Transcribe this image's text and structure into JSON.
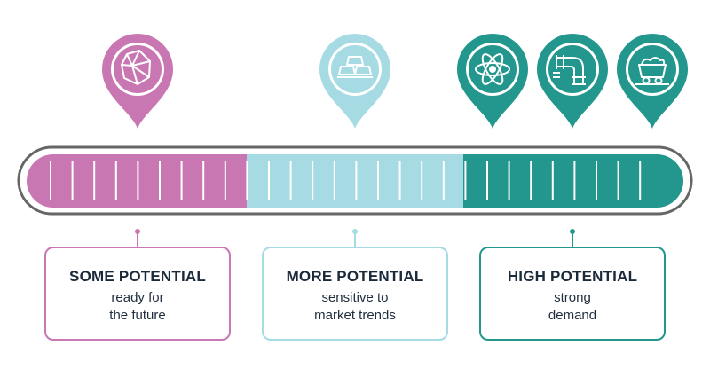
{
  "colors": {
    "pink": "#c977b2",
    "light_blue": "#a6dbe4",
    "teal": "#23978d",
    "outline": "#666666"
  },
  "markers": [
    {
      "icon": "gem-icon",
      "color": "pink"
    },
    {
      "icon": "gold-bars-icon",
      "color": "light_blue"
    },
    {
      "icon": "atom-icon",
      "color": "teal"
    },
    {
      "icon": "pipes-icon",
      "color": "teal"
    },
    {
      "icon": "mine-cart-icon",
      "color": "teal"
    }
  ],
  "categories": [
    {
      "title": "SOME POTENTIAL",
      "line1": "ready for",
      "line2": "the future",
      "color": "pink"
    },
    {
      "title": "MORE POTENTIAL",
      "line1": "sensitive to",
      "line2": "market trends",
      "color": "light_blue"
    },
    {
      "title": "HIGH POTENTIAL",
      "line1": "strong",
      "line2": "demand",
      "color": "teal"
    }
  ]
}
